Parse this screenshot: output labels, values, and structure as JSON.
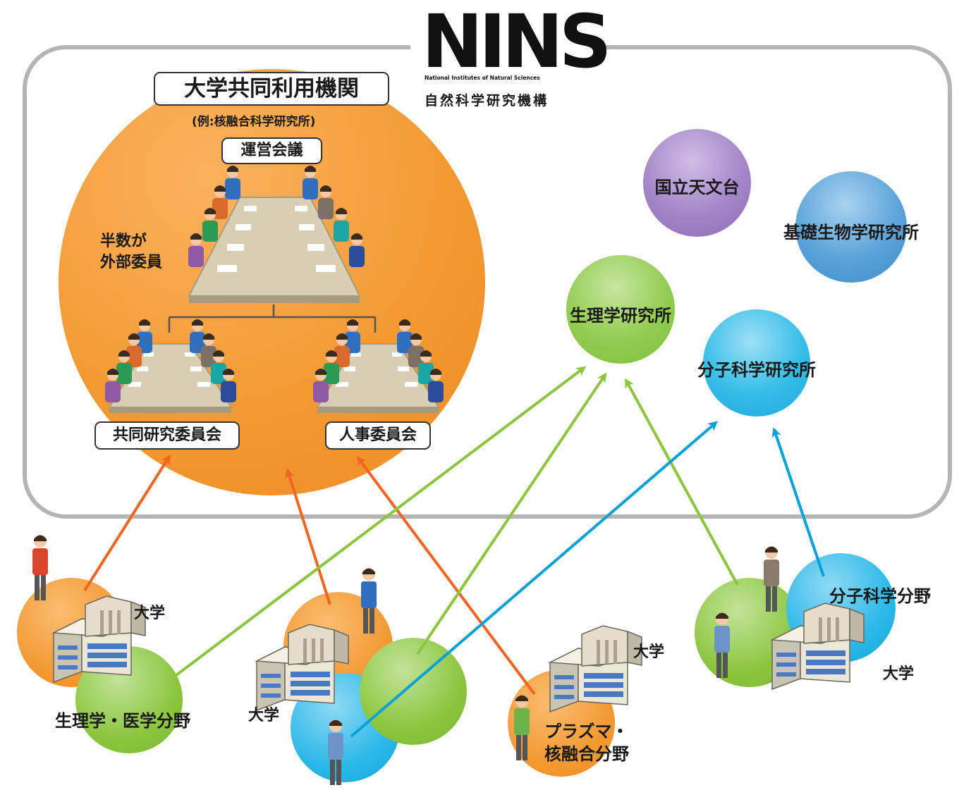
{
  "logo": {
    "wordmark": "NINS",
    "english": "National Institutes of Natural Sciences",
    "japanese": "自然科学研究機構"
  },
  "main_circle": {
    "title": "大学共同利用機関",
    "example": "(例:核融合科学研究所)",
    "meeting": "運営会議",
    "half_external_line1": "半数が",
    "half_external_line2": "外部委員",
    "joint_committee": "共同研究委員会",
    "personnel_committee": "人事委員会"
  },
  "institutes": {
    "naoj": "国立天文台",
    "nibb": "基礎生物学研究所",
    "nips": "生理学研究所",
    "ims": "分子科学研究所"
  },
  "fields": {
    "physiology_medicine": "生理学・医学分野",
    "plasma_line1": "プラズマ・",
    "plasma_line2": "核融合分野",
    "molecular": "分子科学分野"
  },
  "university_labels": [
    "大学",
    "大学",
    "大学",
    "大学"
  ],
  "colors": {
    "orange": "#f39a35",
    "green": "#8cc63f",
    "blue": "#29b6e6",
    "purple": "#a07cc5",
    "steel_blue": "#4a97d0",
    "arrow_orange": "#f26522",
    "arrow_green": "#8cc63f",
    "arrow_blue": "#0aa0d8",
    "frame_gray": "#b5b5b5"
  }
}
